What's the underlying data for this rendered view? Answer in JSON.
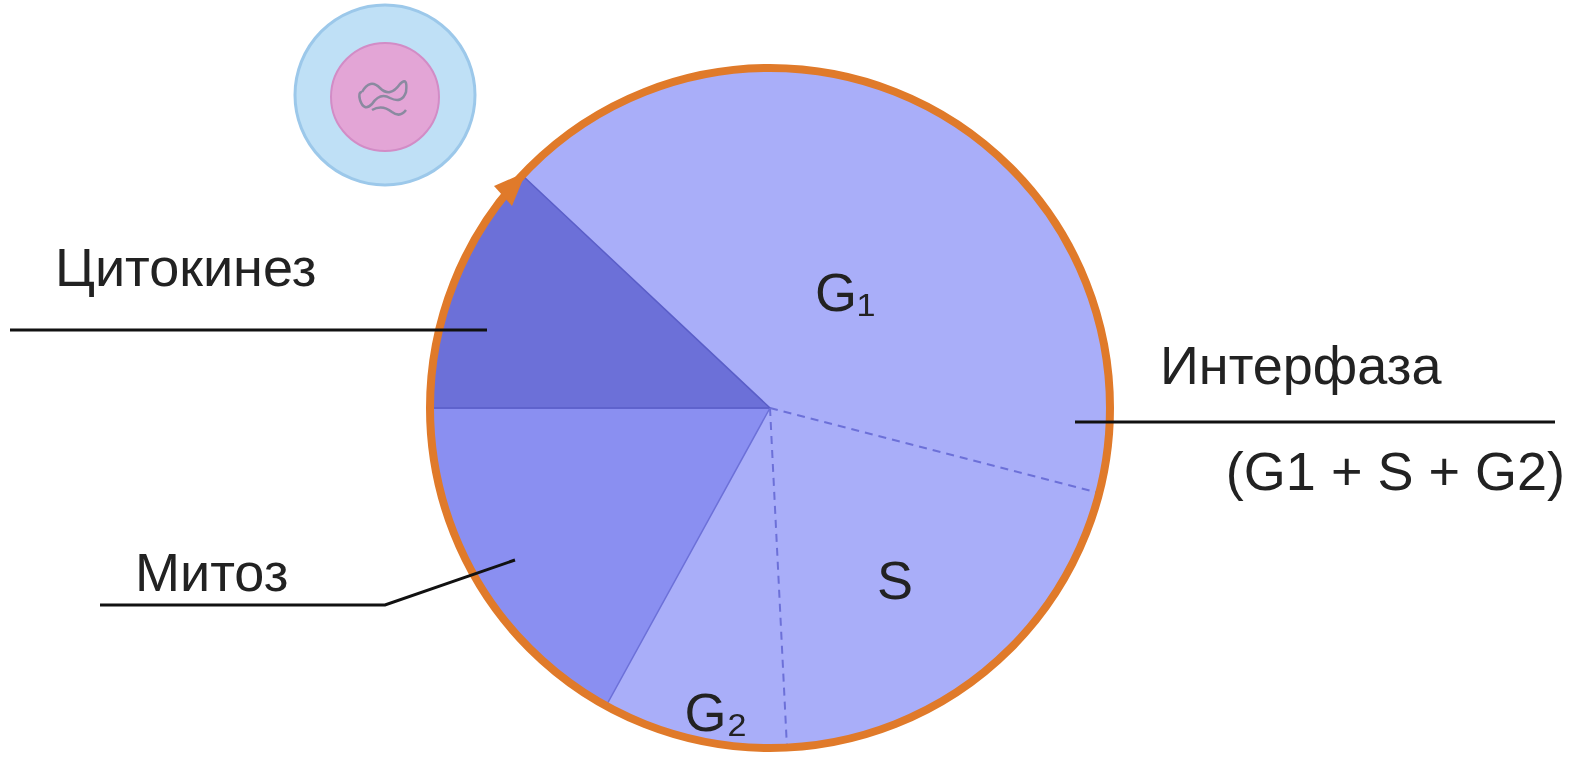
{
  "diagram": {
    "labels": [
      "Цитокинез",
      "Митоз",
      "Интерфаза",
      "(G1 + S + G2)",
      "G₁",
      "S",
      "G₂"
    ]
  }
}
